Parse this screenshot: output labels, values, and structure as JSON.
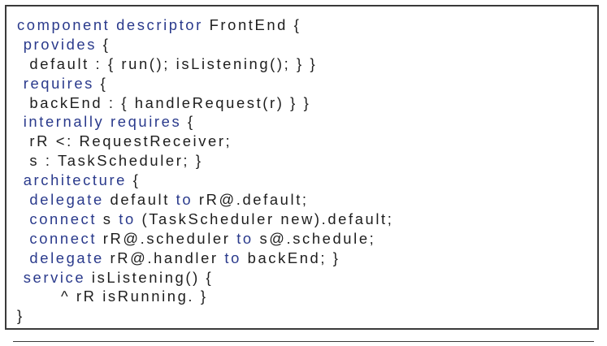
{
  "listing": {
    "keyword_color": "#2a3a8c",
    "text_color": "#1e1e1e",
    "lines": [
      [
        {
          "t": "component descriptor",
          "k": true
        },
        {
          "t": " FrontEnd {",
          "k": false
        }
      ],
      [
        {
          "t": " ",
          "k": false
        },
        {
          "t": "provides",
          "k": true
        },
        {
          "t": " {",
          "k": false
        }
      ],
      [
        {
          "t": "  default : { run(); isListening(); } }",
          "k": false
        }
      ],
      [
        {
          "t": " ",
          "k": false
        },
        {
          "t": "requires",
          "k": true
        },
        {
          "t": " {",
          "k": false
        }
      ],
      [
        {
          "t": "  backEnd : { handleRequest(r) } }",
          "k": false
        }
      ],
      [
        {
          "t": " ",
          "k": false
        },
        {
          "t": "internally requires",
          "k": true
        },
        {
          "t": " {",
          "k": false
        }
      ],
      [
        {
          "t": "  rR <: RequestReceiver;",
          "k": false
        }
      ],
      [
        {
          "t": "  s : TaskScheduler; }",
          "k": false
        }
      ],
      [
        {
          "t": " ",
          "k": false
        },
        {
          "t": "architecture",
          "k": true
        },
        {
          "t": " {",
          "k": false
        }
      ],
      [
        {
          "t": "  ",
          "k": false
        },
        {
          "t": "delegate",
          "k": true
        },
        {
          "t": " default ",
          "k": false
        },
        {
          "t": "to",
          "k": true
        },
        {
          "t": " rR@.default;",
          "k": false
        }
      ],
      [
        {
          "t": "  ",
          "k": false
        },
        {
          "t": "connect",
          "k": true
        },
        {
          "t": " s ",
          "k": false
        },
        {
          "t": "to",
          "k": true
        },
        {
          "t": " (TaskScheduler new).default;",
          "k": false
        }
      ],
      [
        {
          "t": "  ",
          "k": false
        },
        {
          "t": "connect",
          "k": true
        },
        {
          "t": " rR@.scheduler ",
          "k": false
        },
        {
          "t": "to",
          "k": true
        },
        {
          "t": " s@.schedule;",
          "k": false
        }
      ],
      [
        {
          "t": "  ",
          "k": false
        },
        {
          "t": "delegate",
          "k": true
        },
        {
          "t": " rR@.handler ",
          "k": false
        },
        {
          "t": "to",
          "k": true
        },
        {
          "t": " backEnd; }",
          "k": false
        }
      ],
      [
        {
          "t": " ",
          "k": false
        },
        {
          "t": "service",
          "k": true
        },
        {
          "t": " isListening() {",
          "k": false
        }
      ],
      [
        {
          "t": "       ^ rR isRunning. }",
          "k": false
        }
      ],
      [
        {
          "t": "}",
          "k": false
        }
      ]
    ]
  }
}
